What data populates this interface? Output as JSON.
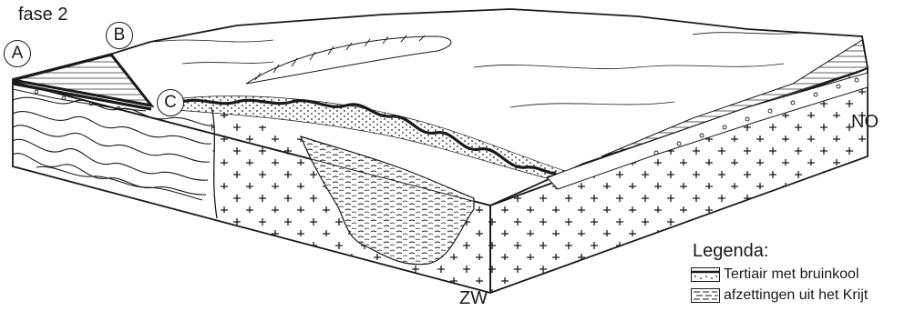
{
  "diagram": {
    "phase_label": "fase 2",
    "points": {
      "a": "A",
      "b": "B",
      "c": "C"
    },
    "compass": {
      "northeast": "NO",
      "southwest": "ZW"
    },
    "line_color": "#1a1a1a"
  },
  "legend": {
    "title": "Legenda:",
    "items": [
      {
        "label": "Tertiair met bruinkool",
        "pattern": "dotted-band-with-coal-line"
      },
      {
        "label": "afzettingen uit het Krijt",
        "pattern": "dashed-lines"
      }
    ]
  }
}
